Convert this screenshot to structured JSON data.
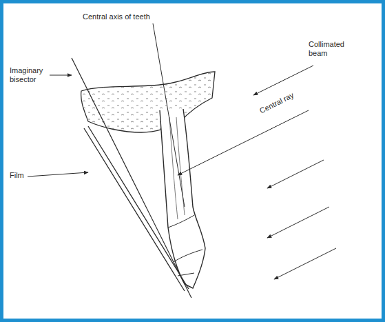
{
  "diagram": {
    "labels": [
      "Central axis of teeth",
      "Imaginary bisector",
      "Collimated beam",
      "Central ray",
      "Film"
    ]
  }
}
